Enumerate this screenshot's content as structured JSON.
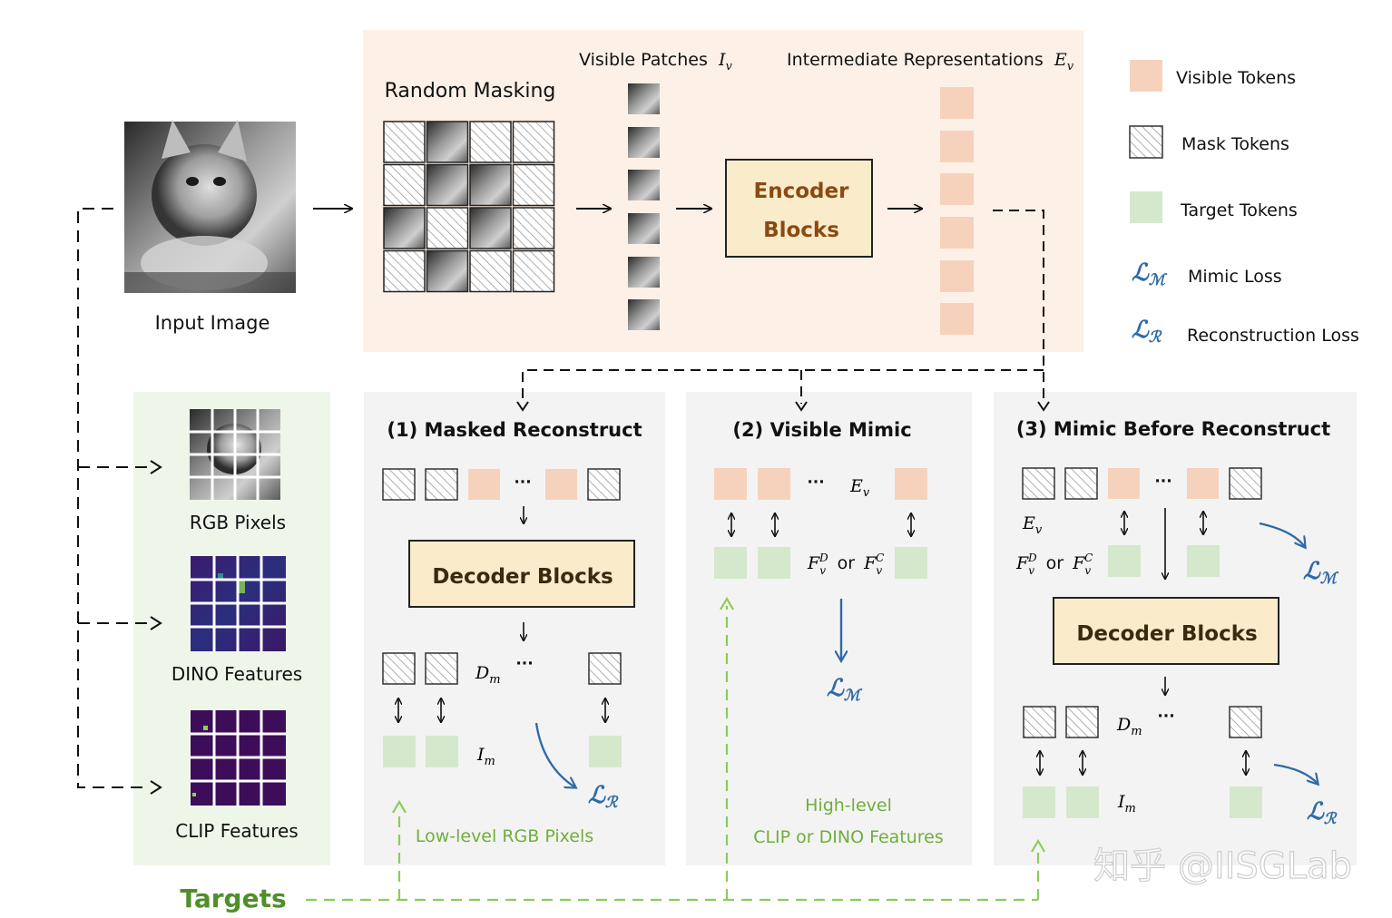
{
  "input": {
    "label": "Input Image"
  },
  "encoder_stage": {
    "random_masking": "Random Masking",
    "visible_patches": "Visible Patches",
    "visible_patches_sym": "I",
    "visible_patches_sub": "v",
    "intermediate": "Intermediate Representations",
    "intermediate_sym": "E",
    "intermediate_sub": "v",
    "encoder_line1": "Encoder",
    "encoder_line2": "Blocks"
  },
  "legend": {
    "visible": "Visible Tokens",
    "mask": "Mask Tokens",
    "target": "Target Tokens",
    "mimic": "Mimic Loss",
    "recon": "Reconstruction Loss",
    "loss_m_sym": "ℒ",
    "loss_m_sub": "ℳ",
    "loss_r_sym": "ℒ",
    "loss_r_sub": "ℛ"
  },
  "targets": {
    "rgb": "RGB Pixels",
    "dino": "DINO Features",
    "clip": "CLIP Features",
    "title": "Targets"
  },
  "panel1": {
    "title": "(1) Masked Reconstruct",
    "decoder": "Decoder Blocks",
    "dm_sym": "D",
    "dm_sub": "m",
    "im_sym": "I",
    "im_sub": "m",
    "ellipsis": "···",
    "note": "Low-level RGB Pixels"
  },
  "panel2": {
    "title": "(2) Visible Mimic",
    "ev_sym": "E",
    "ev_sub": "v",
    "f_d": "F",
    "f_or": "or",
    "ellipsis": "···",
    "note_line1": "High-level",
    "note_line2": "CLIP or DINO Features"
  },
  "panel3": {
    "title": "(3) Mimic Before Reconstruct",
    "decoder": "Decoder Blocks",
    "ev_sym": "E",
    "ev_sub": "v",
    "f_or": "or",
    "dm_sym": "D",
    "dm_sub": "m",
    "im_sym": "I",
    "im_sub": "m",
    "ellipsis": "···"
  },
  "watermark": "知乎 @IISGLab",
  "colors": {
    "visible_token": "#f6d2bc",
    "target_token": "#d4e9cc",
    "encoder_bg": "#fdf0e6",
    "panel_bg": "#f3f3f3",
    "targets_bg": "#eef6ea",
    "block_fill": "#faeccb",
    "loss_blue": "#2f6aa6",
    "target_green": "#6fae3c"
  }
}
